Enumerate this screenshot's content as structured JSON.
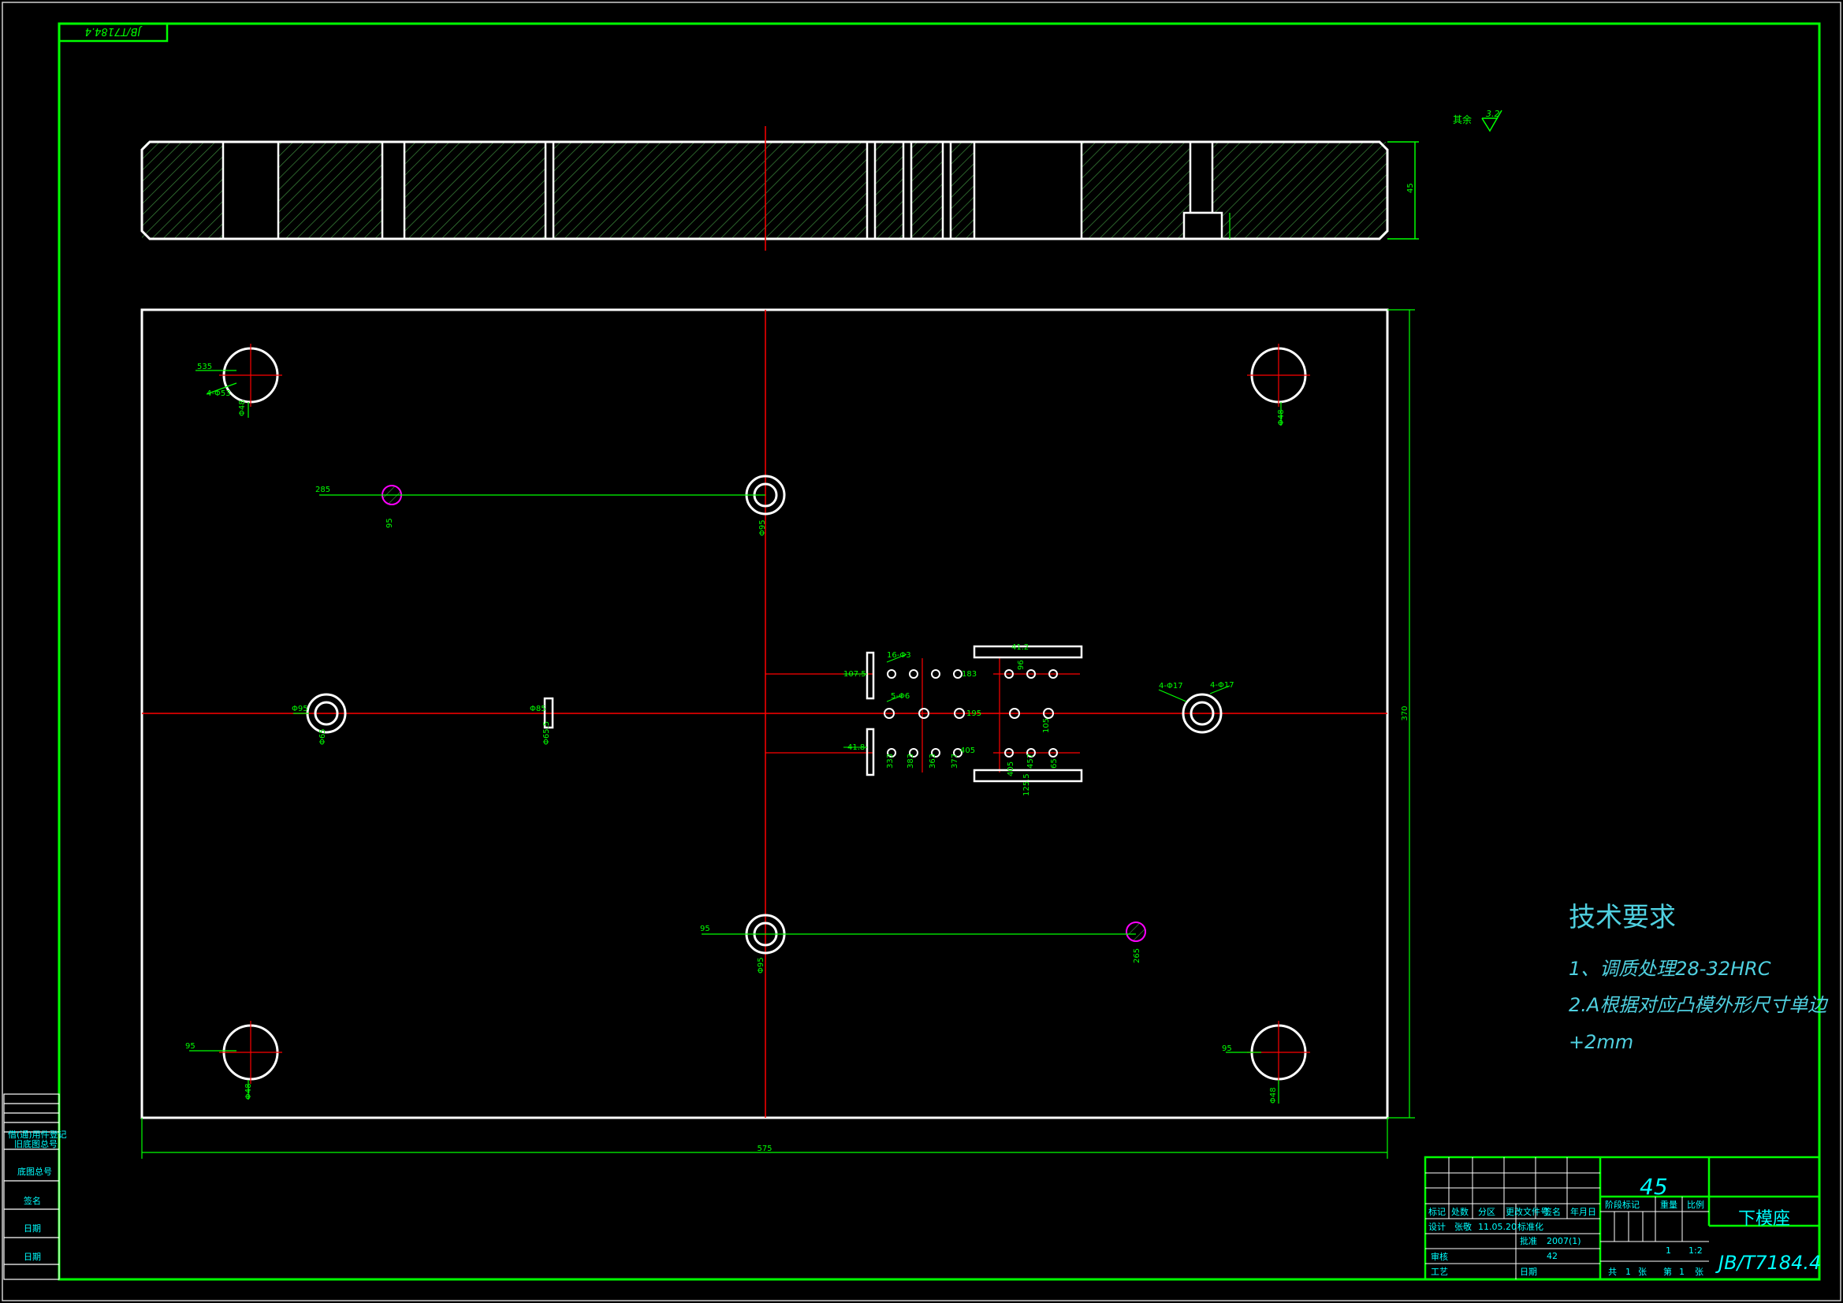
{
  "drawing": {
    "corner_code": "JB/T7184.4",
    "roughness_label": "其余",
    "roughness_value": "3.2"
  },
  "technical_requirements": {
    "title": "技术要求",
    "items": [
      "1、调质处理28-32HRC",
      "2.A根据对应凸模外形尺寸单边",
      "+2mm"
    ]
  },
  "dimensions": {
    "thickness": "45",
    "width": "575",
    "height": "370",
    "corner_hole_note": "4-Φ53",
    "corner_hole_d": "Φ48",
    "corner_offset": "535",
    "guide_note": "4-Φ17",
    "left_dia": "Φ95",
    "left_dia2": "Φ65",
    "slot_a": "Φ85",
    "slot_b": "Φ65.5",
    "top_x": "285",
    "top_y": "95",
    "bot_x": "95",
    "bot_y": "265",
    "hole_note": "16-Φ3",
    "hole_note2": "5-Φ6",
    "center_dims": [
      "107.5",
      "41.8",
      "183",
      "195",
      "405",
      "41.2",
      "105",
      "333",
      "383",
      "363",
      "377",
      "405",
      "457",
      "125.5",
      "65",
      "96"
    ]
  },
  "title_block": {
    "material": "45",
    "part_name": "下模座",
    "drawing_no": "JB/T7184.4",
    "row_headers": [
      "标记",
      "处数",
      "分区",
      "更改文件号",
      "签名",
      "年月日"
    ],
    "designer_row": [
      "设计",
      "张敬",
      "11.05.20",
      "标准化"
    ],
    "stage_labels": [
      "阶段标记",
      "重量",
      "比例"
    ],
    "scale_values": [
      "1",
      "1:2"
    ],
    "sheet_labels": [
      "共",
      "张",
      "第",
      "张"
    ],
    "sheet_nums": [
      "1",
      "1"
    ],
    "left_labels": [
      "审核",
      "工艺"
    ],
    "right_labels": [
      "批准",
      "日期"
    ],
    "field_values": [
      "2007(1)",
      "42"
    ]
  },
  "side_table": {
    "labels": [
      "借(通)用件登记",
      "旧底图总号",
      "底图总号",
      "签名",
      "日期",
      "日期"
    ]
  },
  "colors": {
    "frame": "#00ff00",
    "outline": "#ffffff",
    "centerline": "#ff0000",
    "dimension": "#00ff00",
    "hatch": "#3c8a3c",
    "text_cyan": "#00ffff",
    "magenta": "#ff00ff"
  }
}
